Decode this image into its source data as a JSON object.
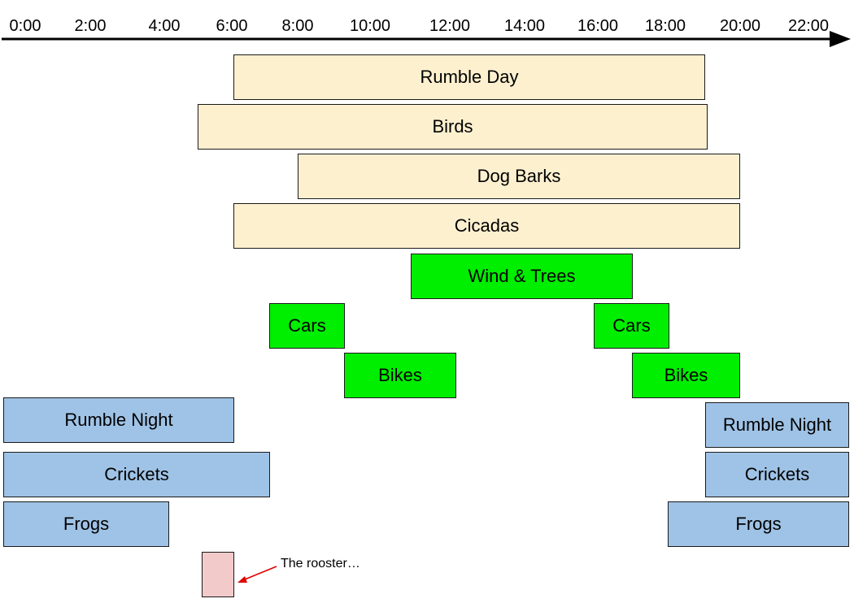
{
  "axis": {
    "ticks": [
      "0:00",
      "2:00",
      "4:00",
      "6:00",
      "8:00",
      "10:00",
      "12:00",
      "14:00",
      "16:00",
      "18:00",
      "20:00",
      "22:00"
    ]
  },
  "colors": {
    "day_fill": "#fdf0cf",
    "traffic_fill": "#00ee00",
    "night_fill": "#9fc3e6",
    "rooster_fill": "#f2caca",
    "annotation_arrow": "#e00000"
  },
  "sounds": [
    {
      "id": "rumble-day",
      "label": "Rumble Day",
      "group": "day",
      "start": "6:00",
      "end": "19:00"
    },
    {
      "id": "birds",
      "label": "Birds",
      "group": "day",
      "start": "5:00",
      "end": "19:00"
    },
    {
      "id": "dog-barks",
      "label": "Dog Barks",
      "group": "day",
      "start": "8:00",
      "end": "20:00"
    },
    {
      "id": "cicadas",
      "label": "Cicadas",
      "group": "day",
      "start": "6:00",
      "end": "20:00"
    },
    {
      "id": "wind-trees",
      "label": "Wind & Trees",
      "group": "traffic",
      "start": "11:00",
      "end": "17:00"
    },
    {
      "id": "cars-am",
      "label": "Cars",
      "group": "traffic",
      "start": "7:00",
      "end": "9:00"
    },
    {
      "id": "cars-pm",
      "label": "Cars",
      "group": "traffic",
      "start": "16:00",
      "end": "18:00"
    },
    {
      "id": "bikes-am",
      "label": "Bikes",
      "group": "traffic",
      "start": "9:00",
      "end": "12:00"
    },
    {
      "id": "bikes-pm",
      "label": "Bikes",
      "group": "traffic",
      "start": "17:00",
      "end": "20:00"
    },
    {
      "id": "rumble-night-am",
      "label": "Rumble Night",
      "group": "night",
      "start": "0:00",
      "end": "6:00"
    },
    {
      "id": "rumble-night-pm",
      "label": "Rumble Night",
      "group": "night",
      "start": "19:00",
      "end": "24:00"
    },
    {
      "id": "crickets-am",
      "label": "Crickets",
      "group": "night",
      "start": "0:00",
      "end": "7:00"
    },
    {
      "id": "crickets-pm",
      "label": "Crickets",
      "group": "night",
      "start": "19:00",
      "end": "24:00"
    },
    {
      "id": "frogs-am",
      "label": "Frogs",
      "group": "night",
      "start": "0:00",
      "end": "4:30"
    },
    {
      "id": "frogs-pm",
      "label": "Frogs",
      "group": "night",
      "start": "18:00",
      "end": "24:00"
    }
  ],
  "rooster": {
    "annotation": "The rooster…",
    "start": "5:00",
    "end": "6:00"
  }
}
